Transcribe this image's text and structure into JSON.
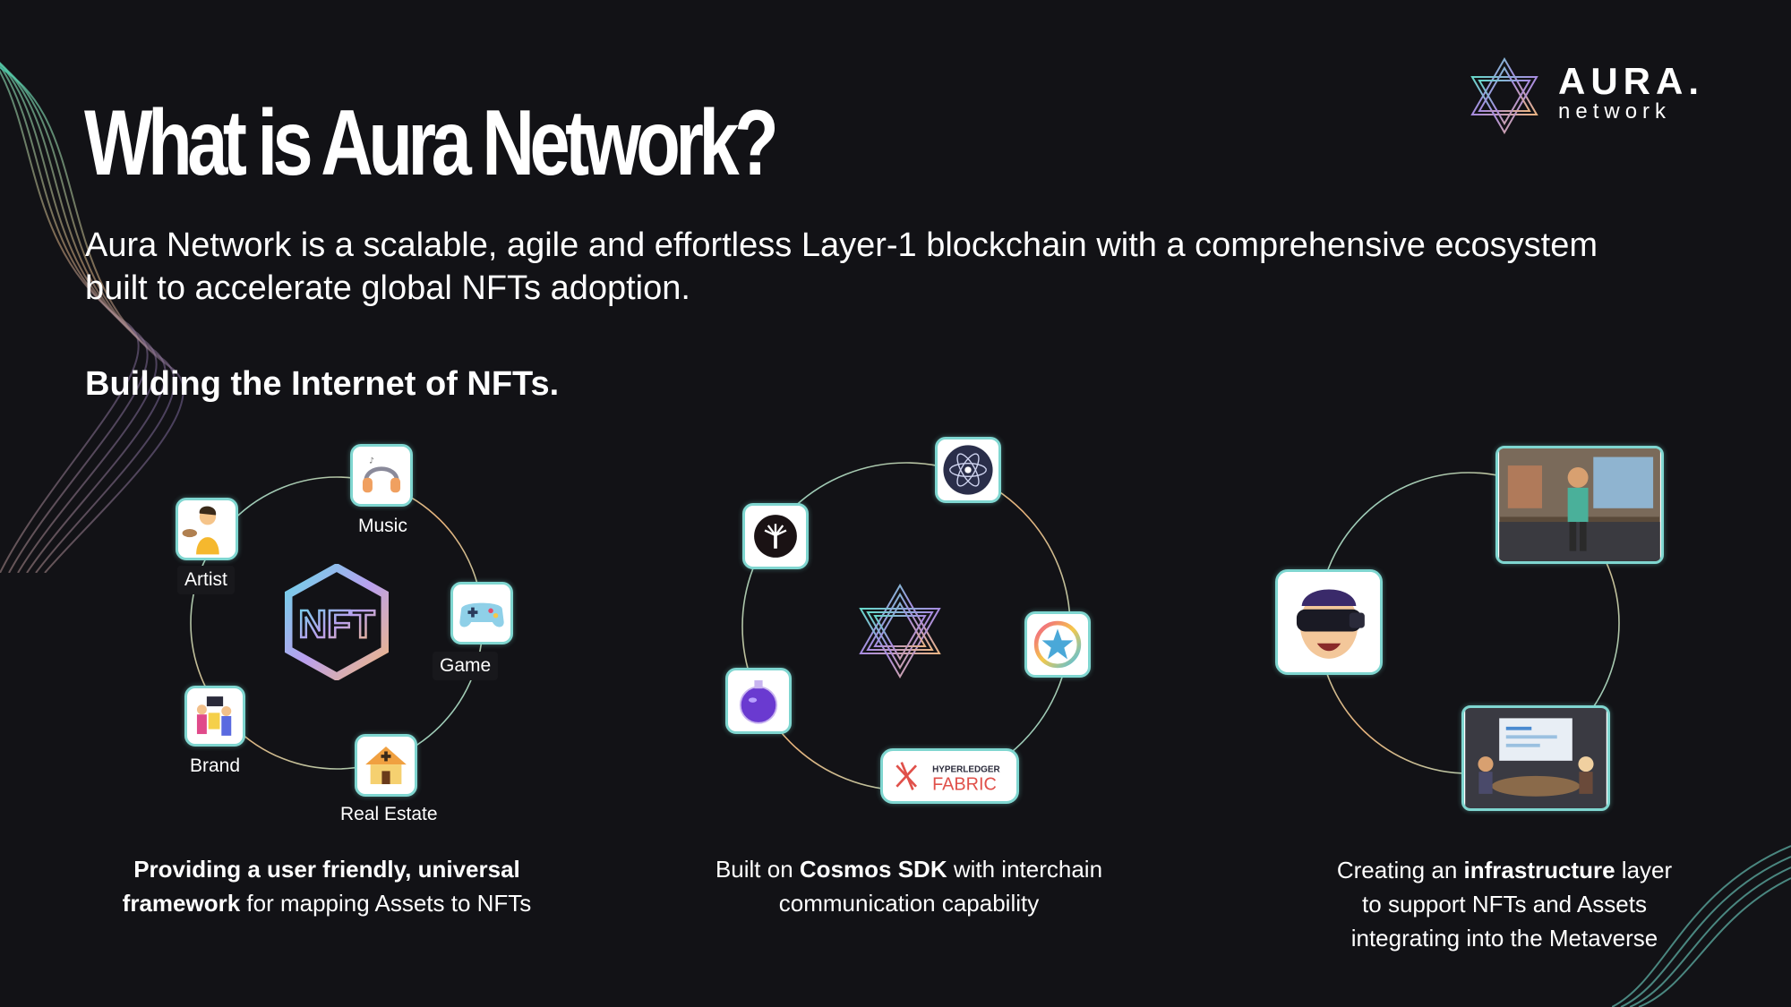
{
  "title": "What is Aura Network?",
  "description": "Aura Network is a scalable, agile and effortless Layer-1 blockchain with a comprehensive ecosystem built to accelerate global NFTs adoption.",
  "subtitle": "Building the Internet of NFTs.",
  "logo": {
    "name": "AURA.",
    "sub": "network"
  },
  "panel1": {
    "labels": {
      "music": "Music",
      "artist": "Artist",
      "game": "Game",
      "brand": "Brand",
      "real_estate": "Real Estate"
    },
    "center_text": "NFT",
    "caption": {
      "bold1": "Providing a user friendly, universal",
      "bold2": "framework",
      "rest": " for mapping Assets to NFTs"
    }
  },
  "panel2": {
    "hyperledger_top": "HYPERLEDGER",
    "hyperledger_bottom": "FABRIC",
    "caption": {
      "pre": "Built on ",
      "bold": "Cosmos SDK",
      "post": " with interchain",
      "line2": "communication capability"
    }
  },
  "panel3": {
    "caption": {
      "pre": "Creating an ",
      "bold": "infrastructure",
      "post": " layer",
      "line2": "to support NFTs and Assets",
      "line3": "integrating into the Metaverse"
    }
  },
  "colors": {
    "background": "#121216",
    "accent_teal": "#7fd6d0",
    "accent_orange": "#e8b27a"
  }
}
